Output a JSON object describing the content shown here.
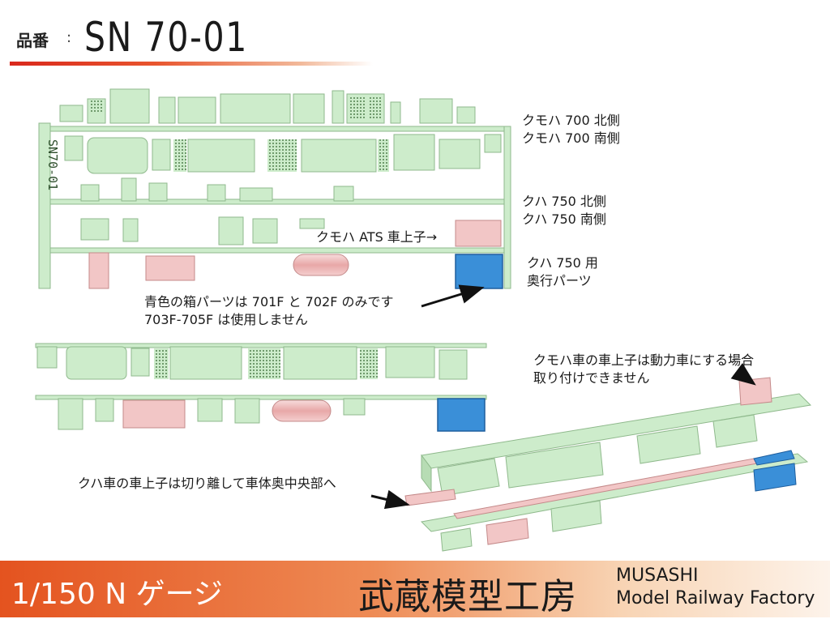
{
  "header": {
    "label": "品番",
    "separator": ":",
    "product_code": "SN 70-01"
  },
  "sprue_text": "SN70-01",
  "labels": {
    "kumoha_north": "クモハ 700 北側",
    "kumoha_south": "クモハ 700 南側",
    "kuha_north": "クハ 750 北側",
    "kuha_south": "クハ 750 南側",
    "ats_pickup": "クモハ ATS 車上子→",
    "kuha_rear_1": "クハ 750 用",
    "kuha_rear_2": "奥行パーツ",
    "blue_note_1": "青色の箱パーツは 701F と 702F のみです",
    "blue_note_2": "703F-705F は使用しません",
    "motor_note_1": "クモハ車の車上子は動力車にする場合",
    "motor_note_2": "取り付けできません",
    "kuha_note": "クハ車の車上子は切り離して車体奥中央部へ"
  },
  "footer": {
    "scale": "1/150 N ゲージ",
    "brand_jp": "武蔵模型工房",
    "brand_en_1": "MUSASHI",
    "brand_en_2": "Model Railway Factory"
  },
  "colors": {
    "part_green": "#cdeccb",
    "part_green_dark": "#8fb98c",
    "part_pink": "#f2c6c6",
    "part_pink_dark": "#c48a8a",
    "part_blue": "#3a8fd8",
    "part_blue_dark": "#1f5f9e",
    "header_accent": "#d9281c",
    "footer_start": "#e4531f"
  }
}
